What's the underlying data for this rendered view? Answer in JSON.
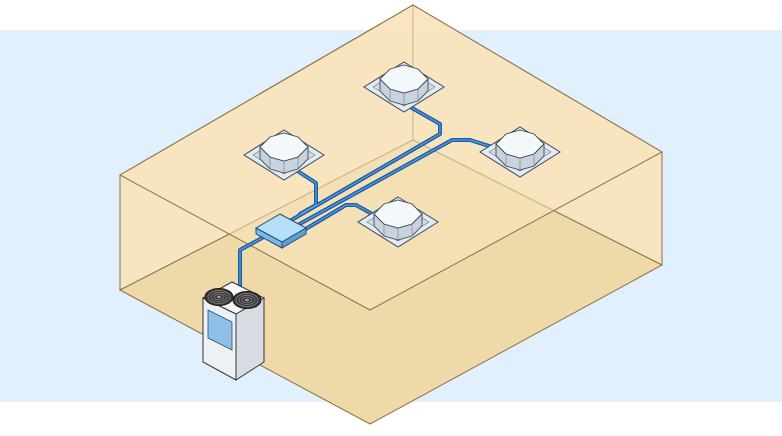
{
  "colors": {
    "background_band": "#e0f0fc",
    "room_walls": "#f8e4bd",
    "room_floor": "#f0d9a8",
    "room_edges": "#8a7048",
    "refrigerant_pipe": "#1a5ca6",
    "pipe_highlight": "#5fa0e0",
    "branch_box": "#8ccbf0",
    "indoor_unit_panel": "#dde6ee",
    "indoor_unit_body": "#f2f5f8",
    "outdoor_unit_body": "#eef1f4",
    "outdoor_unit_panel": "#8fc0ea",
    "fan_grille": "#2c2c2c"
  },
  "components": {
    "indoor_units": [
      "indoor-unit-back",
      "indoor-unit-left",
      "indoor-unit-right",
      "indoor-unit-center"
    ],
    "branch_box": "branch-controller-box",
    "outdoor_unit": "outdoor-condenser-unit",
    "outdoor_fans": 2
  }
}
